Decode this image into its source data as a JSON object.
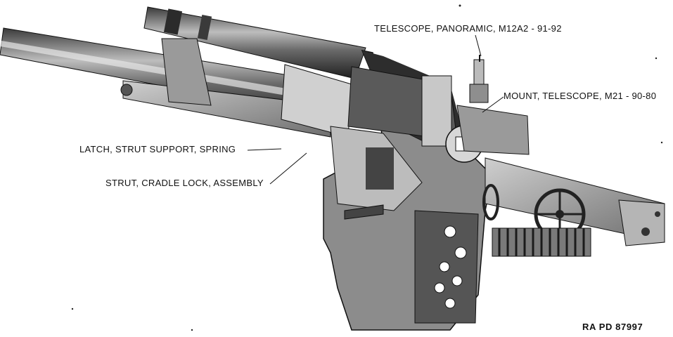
{
  "callouts": {
    "telescope": "TELESCOPE, PANORAMIC, M12A2 - 91-92",
    "mount": "MOUNT, TELESCOPE, M21 - 90-80",
    "latch": "LATCH, STRUT SUPPORT, SPRING",
    "strut": "STRUT, CRADLE LOCK, ASSEMBLY"
  },
  "reference": "RA PD 87997",
  "colors": {
    "ink": "#111111",
    "shadow": "#2a2a2a",
    "midtone": "#7a7a7a",
    "highlight": "#d8d8d8",
    "paper": "#ffffff"
  }
}
